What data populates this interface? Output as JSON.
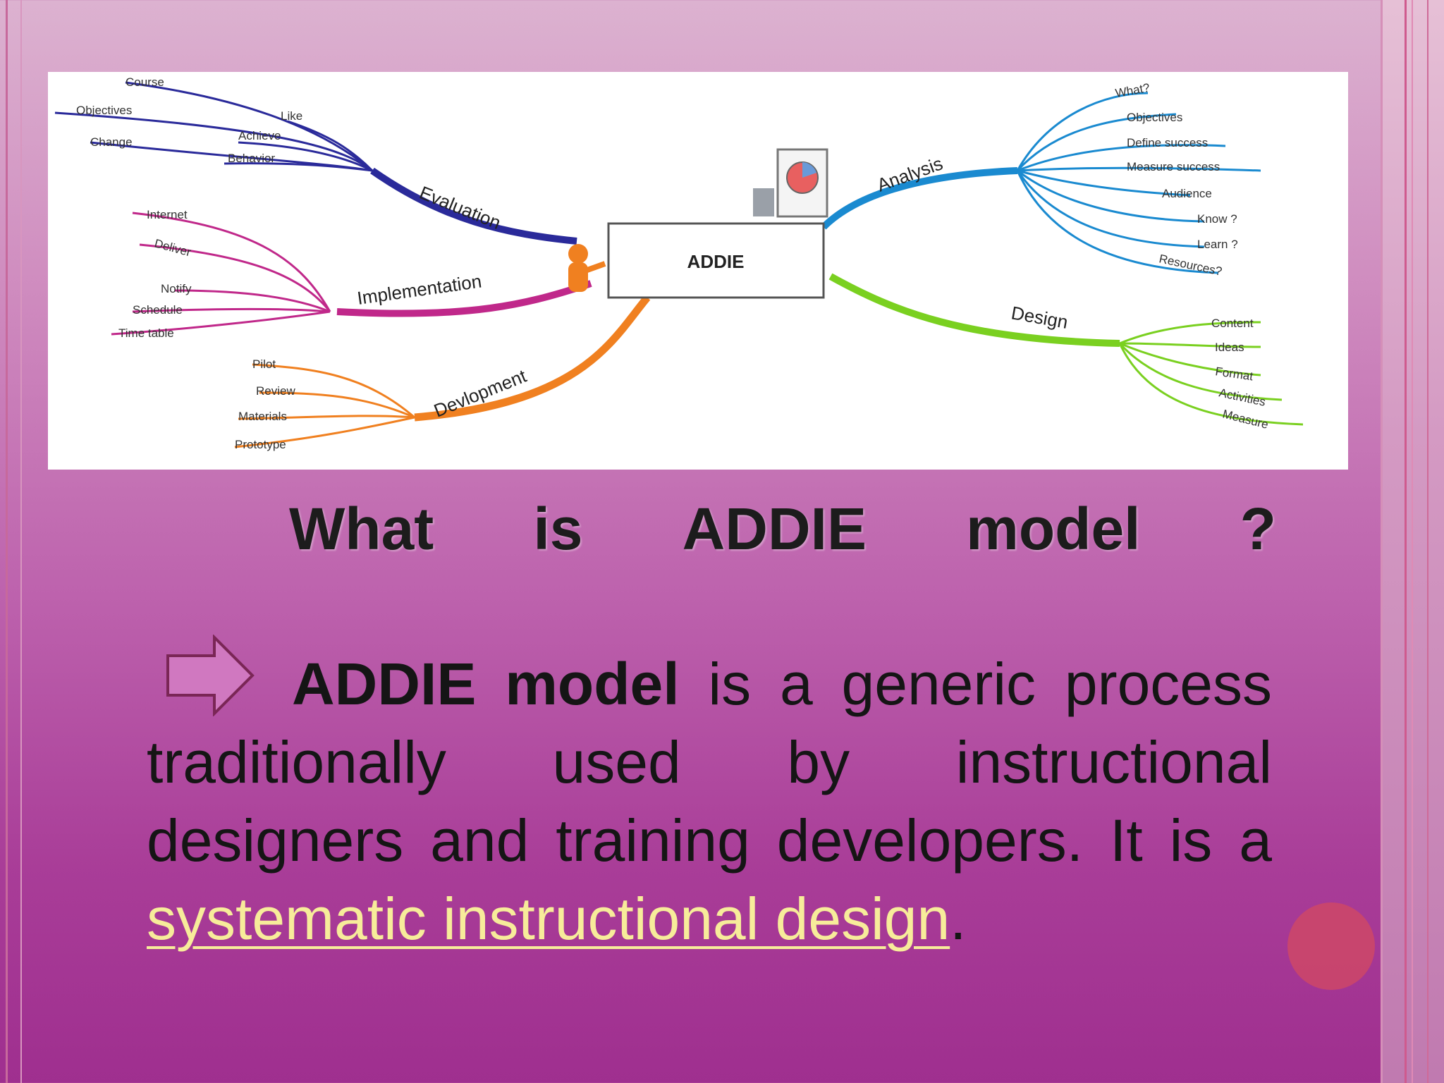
{
  "mindmap": {
    "center": "ADDIE",
    "branches": {
      "evaluation": {
        "label": "Evaluation",
        "color": "#2a2a9a",
        "items": [
          "Course",
          "Objectives",
          "Like",
          "Achieve",
          "Change",
          "Behavior"
        ]
      },
      "implementation": {
        "label": "Implementation",
        "color": "#c0288a",
        "items": [
          "Internet",
          "Deliver",
          "Notify",
          "Schedule",
          "Time table"
        ]
      },
      "development": {
        "label": "Devlopment",
        "color": "#f08020",
        "items": [
          "Pilot",
          "Review",
          "Materials",
          "Prototype"
        ]
      },
      "analysis": {
        "label": "Analysis",
        "color": "#1a8ad0",
        "items": [
          "What?",
          "Objectives",
          "Define success",
          "Measure success",
          "Audience",
          "Know ?",
          "Learn ?",
          "Resources?"
        ]
      },
      "design": {
        "label": "Design",
        "color": "#7ad020",
        "items": [
          "Content",
          "Ideas",
          "Format",
          "Activities",
          "Measure"
        ]
      }
    }
  },
  "heading": {
    "w1": "What",
    "w2": "is",
    "w3": "ADDIE",
    "w4": "model",
    "w5": "?"
  },
  "paragraph": {
    "bold": "ADDIE model",
    "text1": " is a generic process traditionally used by instructional designers and training developers. It is a ",
    "link": "systematic instructional design",
    "end": "."
  },
  "colors": {
    "link": "#f7ec9a",
    "bullet_arrow": "#d078c0",
    "circle": "#c9466c"
  }
}
